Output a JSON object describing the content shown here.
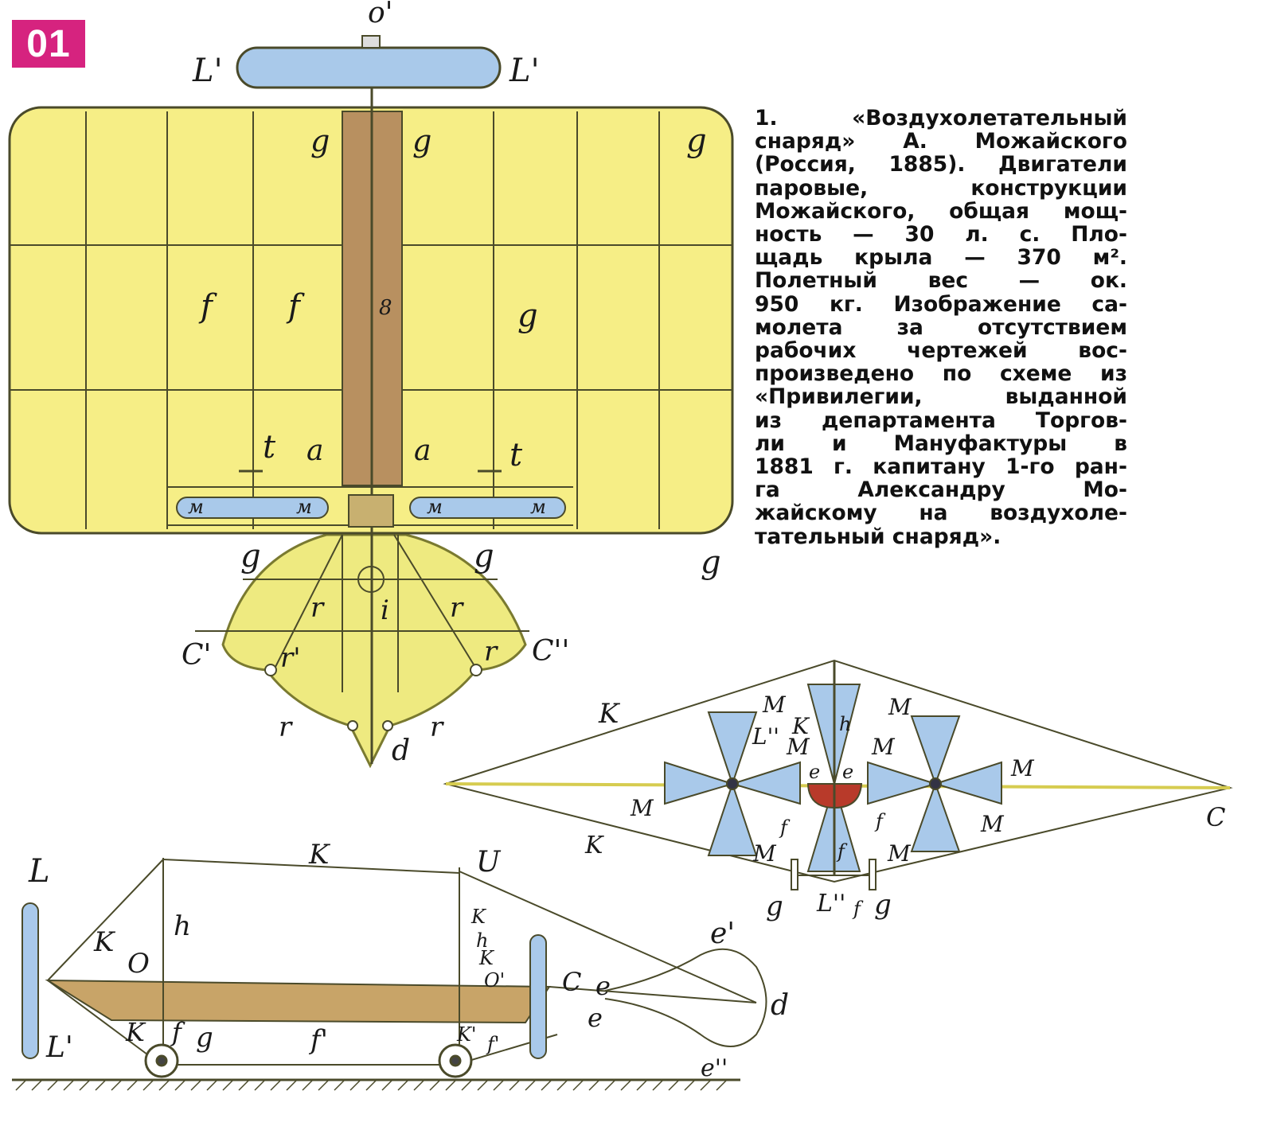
{
  "figure_number": "01",
  "caption_lines": [
    "1.    «Воздухолетательный",
    "снаряд»   А.   Можайского",
    "(Россия, 1885). Двигатели",
    "паровые,      конструкции",
    "Можайского, общая мощ-",
    "ность  —  30  л.  с.  Пло-",
    "щадь  крыла  —  370  м².",
    "Полетный   вес   —   ок.",
    "950 кг. Изображение са-",
    "молета   за   отсутствием",
    "рабочих   чертежей   вос-",
    "произведено по схеме из",
    "«Привилегии,    выданной",
    "из департамента Торгов-",
    "ли  и  Мануфактуры  в",
    "1881 г. капитану 1-го ран-",
    "га      Александру      Мо-",
    "жайскому на воздухоле-",
    "тательный снаряд»."
  ],
  "plan_view_labels": [
    "o'",
    "L'",
    "L'",
    "g",
    "g",
    "g",
    "f",
    "f",
    "8",
    "g",
    "t",
    "a",
    "a",
    "t",
    "м",
    "м",
    "м",
    "м",
    "g",
    "g",
    "g",
    "r",
    "i",
    "r",
    "C'",
    "r'",
    "r",
    "C''",
    "r",
    "d",
    "r"
  ],
  "front_view_labels": [
    "K",
    "M",
    "L''",
    "K",
    "h",
    "M",
    "M",
    "M",
    "M",
    "e",
    "e",
    "M",
    "M",
    "f",
    "f",
    "K",
    "M",
    "f",
    "M",
    "C",
    "g",
    "L''",
    "f",
    "g"
  ],
  "side_view_labels": [
    "K",
    "L",
    "U",
    "h",
    "K",
    "K",
    "h",
    "O",
    "K",
    "O'",
    "C",
    "e",
    "e'",
    "d",
    "e",
    "K",
    "f",
    "g",
    "f'",
    "K'",
    "f'",
    "L'",
    "e''"
  ],
  "colors": {
    "wing": "#f6ee86",
    "fuselage": "#b89060",
    "blue": "#a9c9ea",
    "magenta": "#d6237f",
    "line": "#4a4a2a",
    "red": "#b83a2a"
  }
}
